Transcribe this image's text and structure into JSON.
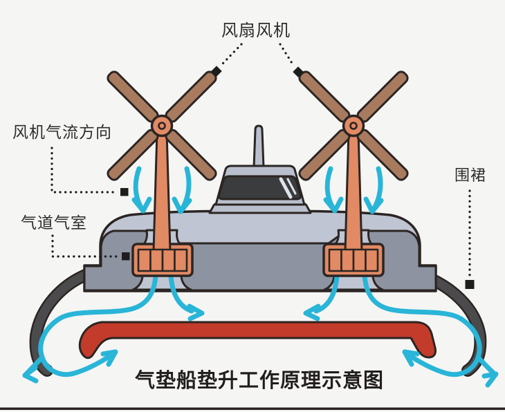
{
  "title": "气垫船垫升工作原理示意图",
  "labels": {
    "fan": "风扇风机",
    "fan_airflow_direction": "风机气流方向",
    "air_duct_chamber": "气道气室",
    "skirt": "围裙"
  },
  "colors": {
    "background": "#f5f5f3",
    "outline": "#2b2523",
    "fanBlade": "#a87b5f",
    "fanHubMast": "#e18a64",
    "deckLight": "#c0c5d3",
    "hullDark": "#8d93a0",
    "cabin": "#b9bfcd",
    "window": "#3b3c3e",
    "windowStripe": "#dfe3ea",
    "skirt": "#4b4b4d",
    "cushionRed": "#c23b2b",
    "flowCyan": "#29b5d8",
    "leader": "#1d1d1d",
    "text": "#2d2d2d",
    "title": "#221e1d",
    "ground": "#2a2423"
  }
}
